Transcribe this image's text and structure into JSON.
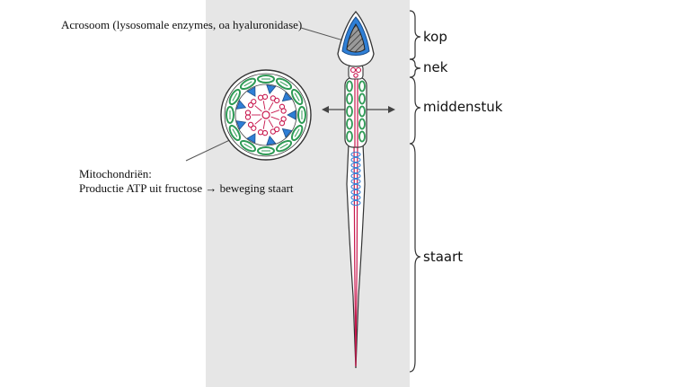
{
  "annotations": {
    "acrosome": "Acrosoom (lysosomale enzymes, oa hyaluronidase)",
    "mito_title": "Mitochondriën:",
    "mito_desc": "Productie ATP uit fructose → beweging staart"
  },
  "regions": {
    "head": "kop",
    "neck": "nek",
    "midpiece": "middenstuk",
    "tail": "staart"
  },
  "colors": {
    "panel": "#e6e6e6",
    "acrosome": "#2f7fd6",
    "mitochondria": "#2e9a55",
    "axoneme": "#c8184e",
    "outline": "#333333"
  }
}
